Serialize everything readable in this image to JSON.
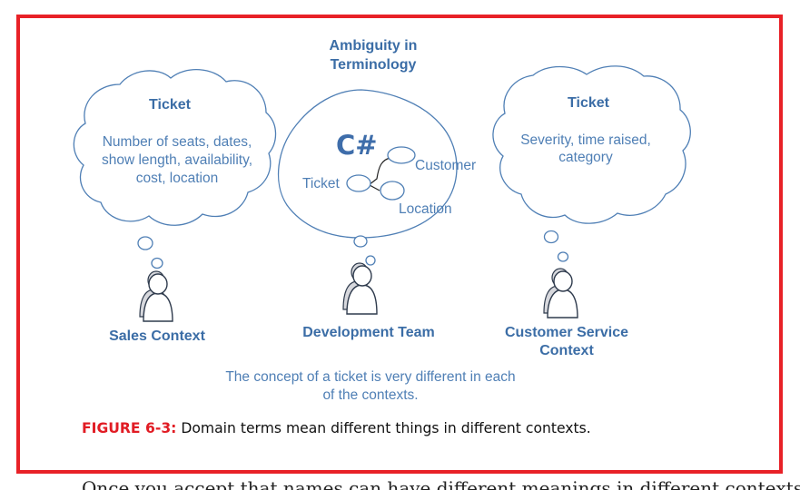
{
  "diagram": {
    "title_lines": [
      "Ambiguity in",
      "Terminology"
    ],
    "sales_cloud": {
      "title": "Ticket",
      "lines": [
        "Number of seats, dates,",
        "show length, availability,",
        "cost, location"
      ]
    },
    "dev_cloud": {
      "language": "C#",
      "nodes": [
        "Ticket",
        "Customer",
        "Location"
      ]
    },
    "service_cloud": {
      "title": "Ticket",
      "lines": [
        "Severity, time raised,",
        "category"
      ]
    },
    "contexts": {
      "sales": [
        "Sales Context"
      ],
      "dev": [
        "Development Team"
      ],
      "service": [
        "Customer Service",
        "Context"
      ]
    },
    "note_lines": [
      "The concept of a ticket is very different in each",
      "of the contexts."
    ]
  },
  "caption": {
    "label": "FIGURE 6-3:",
    "text": " Domain terms mean different things in different contexts."
  },
  "body": {
    "text": "Once you accept that names can have different meanings in different contexts, it's easier to"
  },
  "colors": {
    "frame": "#e82127",
    "diagram_blue": "#4f7fb5",
    "caption_label": "#e11c24"
  }
}
